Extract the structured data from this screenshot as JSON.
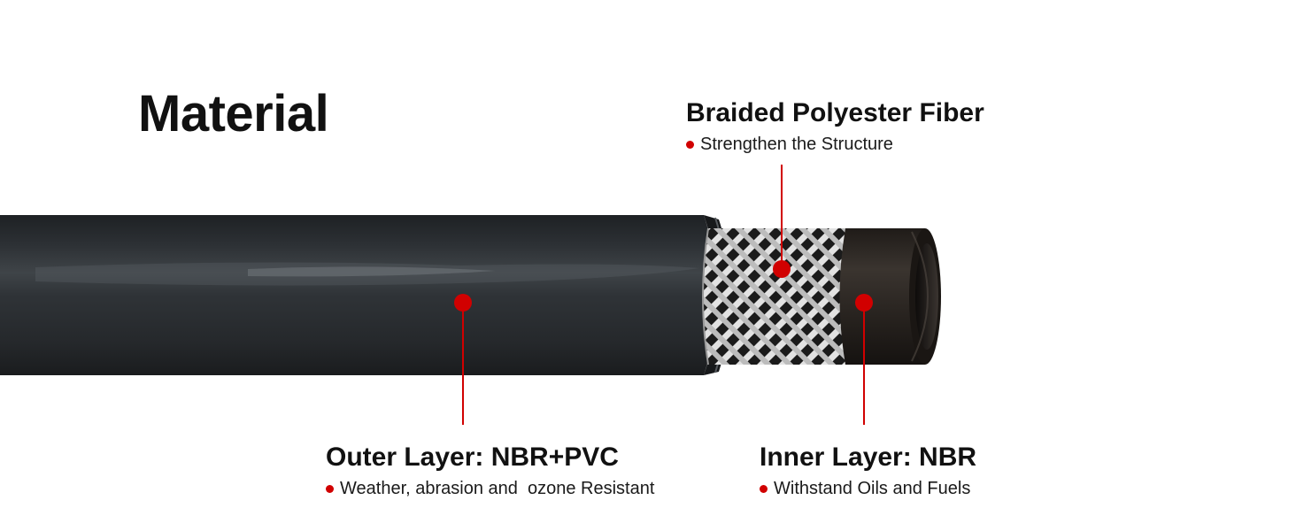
{
  "title": "Material",
  "colors": {
    "accent": "#d10000",
    "hose_outer": "#2a2d31",
    "inner_tube": "#2b2622",
    "braid": "#d6d6d6"
  },
  "callouts": {
    "braided": {
      "heading": "Braided Polyester Fiber",
      "description": "Strengthen the Structure"
    },
    "outer": {
      "heading": "Outer Layer: NBR+PVC",
      "description": "Weather, abrasion and  ozone Resistant"
    },
    "inner": {
      "heading": "Inner Layer: NBR",
      "description": "Withstand Oils and Fuels"
    }
  }
}
